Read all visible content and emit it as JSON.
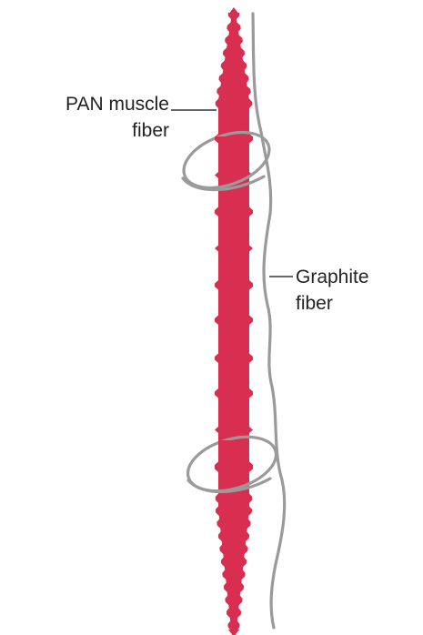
{
  "labels": {
    "pan_line1": "PAN muscle",
    "pan_line2": "fiber",
    "graphite_line1": "Graphite",
    "graphite_line2": "fiber"
  },
  "colors": {
    "muscle_fiber": "#D82E50",
    "graphite_fiber": "#9A9A9A",
    "leader_line": "#333333",
    "text": "#222222",
    "background": "#FFFFFF"
  }
}
